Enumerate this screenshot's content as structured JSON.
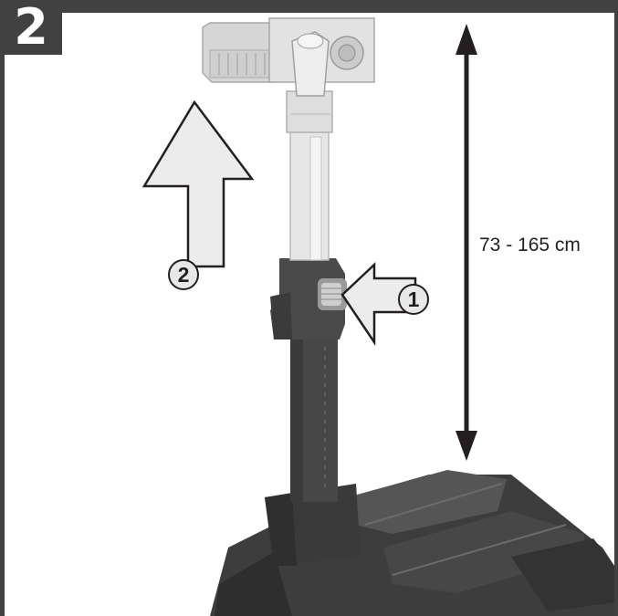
{
  "step": {
    "number": "2"
  },
  "dimension": {
    "text": "73 - 165 cm"
  },
  "callouts": {
    "one": "1",
    "two": "2"
  },
  "icons": {
    "up_arrow": "up-arrow-icon",
    "push_arrow": "push-arrow-icon",
    "dimension_arrow": "double-headed-arrow-icon"
  },
  "colors": {
    "frame": "#414141",
    "stand": "#4a4a4a",
    "arrow_fill": "#ececec",
    "text": "#231f20"
  }
}
